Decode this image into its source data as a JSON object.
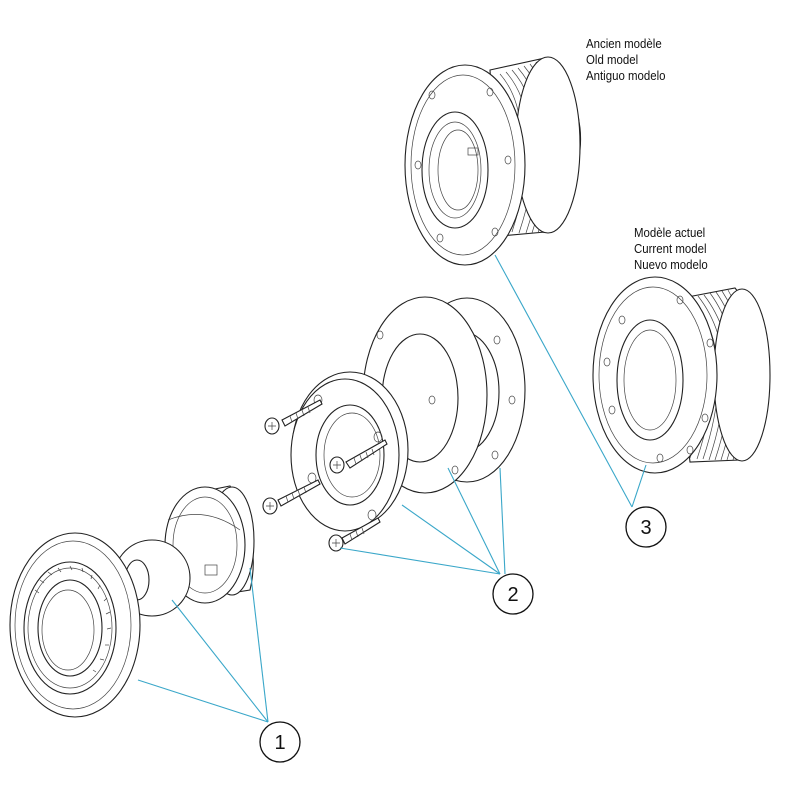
{
  "labels": {
    "old_model": [
      "Ancien modèle",
      "Old model",
      "Antiguo modelo"
    ],
    "current_model": [
      "Modèle actuel",
      "Current model",
      "Nuevo modelo"
    ]
  },
  "callouts": [
    "1",
    "2",
    "3"
  ],
  "colors": {
    "leader": "#3aa7c9",
    "stroke": "#222222",
    "background": "#ffffff"
  }
}
